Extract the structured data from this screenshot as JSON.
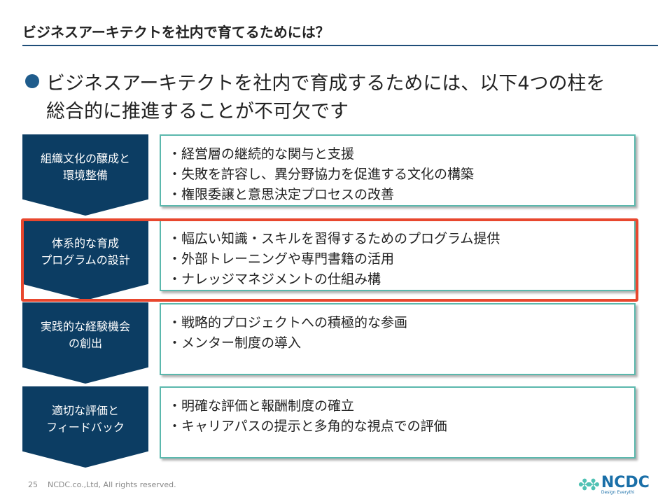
{
  "title": "ビジネスアーキテクトを社内で育てるためには？",
  "lead": {
    "line1": "ビジネスアーキテクトを社内で育成するためには、以下4つの柱を",
    "line2": "総合的に推進することが不可欠です"
  },
  "pillars": [
    {
      "label1": "組織文化の醸成と",
      "label2": "環境整備",
      "items": [
        "・経営層の継続的な関与と支援",
        "・失敗を許容し、異分野協力を促進する文化の構築",
        "・権限委譲と意思決定プロセスの改善"
      ]
    },
    {
      "label1": "体系的な育成",
      "label2": "プログラムの設計",
      "items": [
        "・幅広い知識・スキルを習得するためのプログラム提供",
        "・外部トレーニングや専門書籍の活用",
        "・ナレッジマネジメントの仕組み構"
      ]
    },
    {
      "label1": "実践的な経験機会",
      "label2": "の創出",
      "items": [
        "・戦略的プロジェクトへの積極的な参画",
        "・メンター制度の導入"
      ]
    },
    {
      "label1": "適切な評価と",
      "label2": "フィードバック",
      "items": [
        "・明確な評価と報酬制度の確立",
        "・キャリアパスの提示と多角的な視点での評価"
      ]
    }
  ],
  "footer": {
    "page": "25",
    "copyright": "NCDC.co.,Ltd, All rights reserved."
  },
  "logo": {
    "name": "NCDC",
    "tagline": "Design Everythi"
  },
  "colors": {
    "navy": "#0c3d63",
    "teal": "#5bb8ad",
    "highlight": "#e8472e"
  }
}
